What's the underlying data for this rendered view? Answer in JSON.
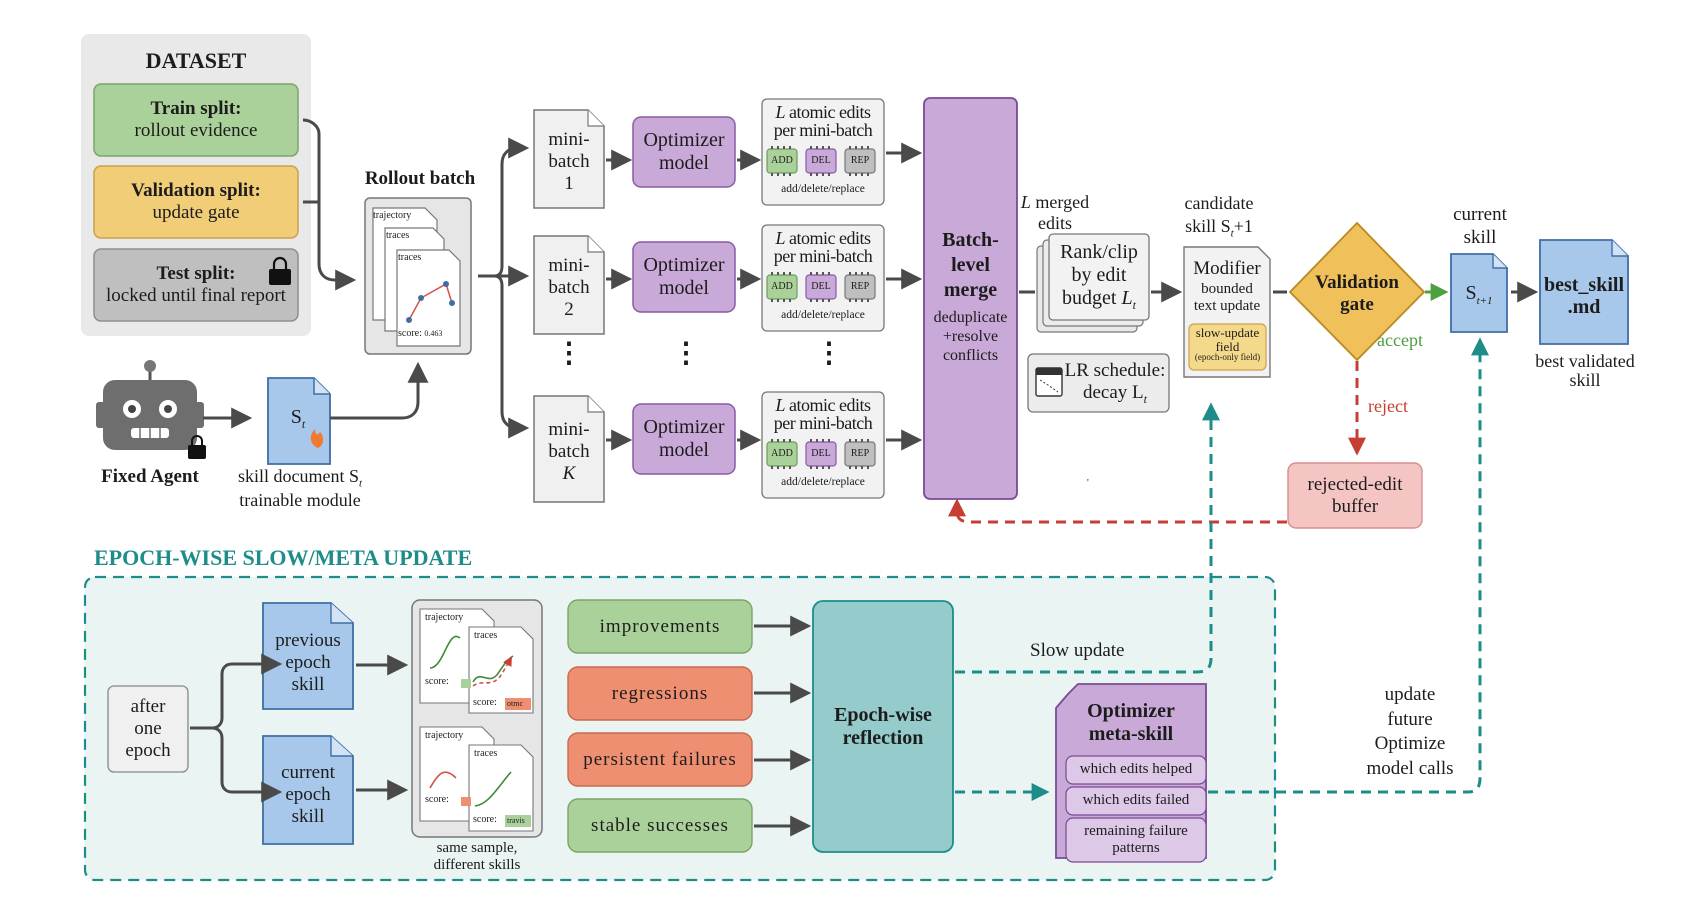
{
  "dataset": {
    "title": "DATASET",
    "train_bold": "Train split:",
    "train_sub": "rollout evidence",
    "val_bold": "Validation split:",
    "val_sub": "update gate",
    "test_bold": "Test split:",
    "test_sub": "locked until final report"
  },
  "agent": {
    "label": "Fixed Agent",
    "doc_label": "S",
    "doc_sub": "t",
    "caption1": "skill document S",
    "caption1_sub": "t",
    "caption2": "trainable module"
  },
  "rollout": {
    "title": "Rollout batch",
    "card1": "trajectory",
    "card2": "traces",
    "card3": "traces",
    "score": "score:",
    "score_val": "0.463"
  },
  "minibatches": [
    {
      "l1": "mini-",
      "l2": "batch",
      "l3": "1"
    },
    {
      "l1": "mini-",
      "l2": "batch",
      "l3": "2"
    },
    {
      "l1": "mini-",
      "l2": "batch",
      "l3": "K"
    }
  ],
  "optimizer": {
    "l1": "Optimizer",
    "l2": "model"
  },
  "edits": {
    "title_L": "L",
    "title1": "atomic edits",
    "title2": "per mini-batch",
    "add": "ADD",
    "del": "DEL",
    "rep": "REP",
    "caption": "add/delete/replace"
  },
  "dots": "⋮",
  "merge": {
    "l1": "Batch-",
    "l2": "level",
    "l3": "merge",
    "s1": "deduplicate",
    "s2": "+resolve",
    "s3": "conflicts"
  },
  "merged": {
    "L": "L",
    "l1": "merged",
    "l2": "edits"
  },
  "rank": {
    "l1": "Rank/clip",
    "l2": "by edit",
    "l3": "budget",
    "L": "L",
    "sub": "t"
  },
  "lr": {
    "l1": "LR schedule:",
    "l2": "decay L",
    "sub": "t"
  },
  "candidate": {
    "l1": "candidate",
    "l2": "skill S",
    "sub": "t",
    "plus": "+1"
  },
  "modifier": {
    "title": "Modifier",
    "s1": "bounded",
    "s2": "text update",
    "f1": "slow-update",
    "f2": "field",
    "f3": "(epoch-only field)"
  },
  "gate": {
    "l1": "Validation",
    "l2": "gate",
    "accept": "accept",
    "reject": "reject"
  },
  "rejected": {
    "l1": "rejected-edit",
    "l2": "buffer"
  },
  "current": {
    "l1": "current",
    "l2": "skill",
    "doc": "S",
    "sub": "t+1"
  },
  "best": {
    "l1": "best_skill",
    "l2": ".md",
    "c1": "best validated",
    "c2": "skill"
  },
  "tick": "'",
  "epoch": {
    "title": "EPOCH-WISE SLOW/META UPDATE",
    "after": {
      "l1": "after",
      "l2": "one",
      "l3": "epoch"
    },
    "prev": {
      "l1": "previous",
      "l2": "epoch",
      "l3": "skill"
    },
    "cur": {
      "l1": "current",
      "l2": "epoch",
      "l3": "skill"
    },
    "card_a": "trajectory",
    "card_b": "traces",
    "score": "score:",
    "otmc": "otmc",
    "travis": "travis",
    "cards_caption1": "same sample,",
    "cards_caption2": "different skills",
    "cats": [
      "improvements",
      "regressions",
      "persistent failures",
      "stable successes"
    ],
    "reflect": {
      "l1": "Epoch-wise",
      "l2": "reflection"
    },
    "slow": "Slow update",
    "meta": {
      "l1": "Optimizer",
      "l2": "meta-skill",
      "i1": "which edits helped",
      "i2": "which edits failed",
      "i3a": "remaining failure",
      "i3b": "patterns"
    },
    "future": {
      "l1": "update",
      "l2": "future",
      "l3": "Optimize",
      "l4": "model calls"
    }
  },
  "colors": {
    "green": "#abd19b",
    "yellow": "#f2cd78",
    "gray": "#bfbfbf",
    "blue": "#a7c8ea",
    "purple": "#c9a9d8",
    "teal": "#96cbcb",
    "salmon": "#ee8f72",
    "pink": "#f5c5c4",
    "gold": "#f0c05a",
    "teal_dash": "#1e8c88",
    "red_dash": "#c63e34",
    "accept_green": "#4ca040"
  }
}
